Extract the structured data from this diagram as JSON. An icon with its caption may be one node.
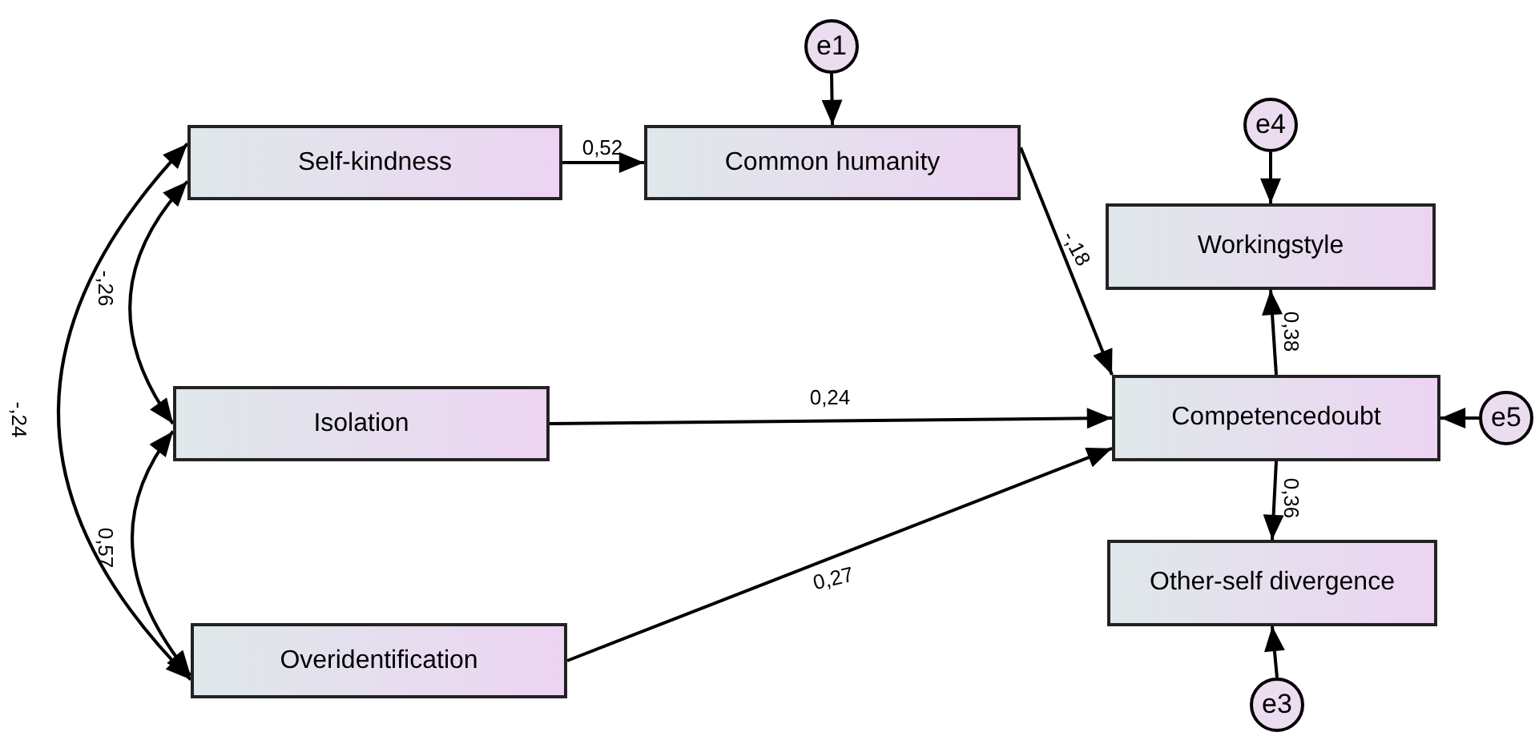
{
  "diagram": {
    "nodes": [
      {
        "text": [
          "Self-kindness"
        ]
      },
      {
        "text": [
          "e1"
        ]
      },
      {
        "text": [
          "Common humanity"
        ]
      },
      {
        "text": [
          "e4"
        ]
      },
      {
        "text": [
          "Workingstyle"
        ]
      },
      {
        "text": [
          "Isolation"
        ]
      },
      {
        "text": [
          "Competencedoubt"
        ]
      },
      {
        "text": [
          "e5"
        ]
      },
      {
        "text": [
          "Other-self divergence"
        ]
      },
      {
        "text": [
          "Overidentification"
        ]
      },
      {
        "text": [
          "e3"
        ]
      }
    ],
    "edges": [
      {
        "from": 0,
        "to": 2,
        "arrow": "to",
        "label": "0,52"
      },
      {
        "from": 1,
        "to": 2,
        "arrow": "to"
      },
      {
        "from": 2,
        "to": 6,
        "arrow": "to",
        "label": "-,18"
      },
      {
        "from": 5,
        "to": 6,
        "arrow": "to",
        "label": "0,24"
      },
      {
        "from": 9,
        "to": 6,
        "arrow": "to",
        "label": "0,27"
      },
      {
        "from": 6,
        "to": 4,
        "arrow": "to",
        "label": "0,38"
      },
      {
        "from": 3,
        "to": 4,
        "arrow": "to"
      },
      {
        "from": 6,
        "to": 8,
        "arrow": "to",
        "label": "0,36"
      },
      {
        "from": 10,
        "to": 8,
        "arrow": "to"
      },
      {
        "from": 7,
        "to": 6,
        "arrow": "to"
      },
      {
        "from": 0,
        "to": 5,
        "arrow": "both",
        "label": "-,26"
      },
      {
        "from": 5,
        "to": 9,
        "arrow": "both",
        "label": "0,57"
      },
      {
        "from": 0,
        "to": 9,
        "arrow": "both",
        "label": "-,24"
      }
    ]
  }
}
